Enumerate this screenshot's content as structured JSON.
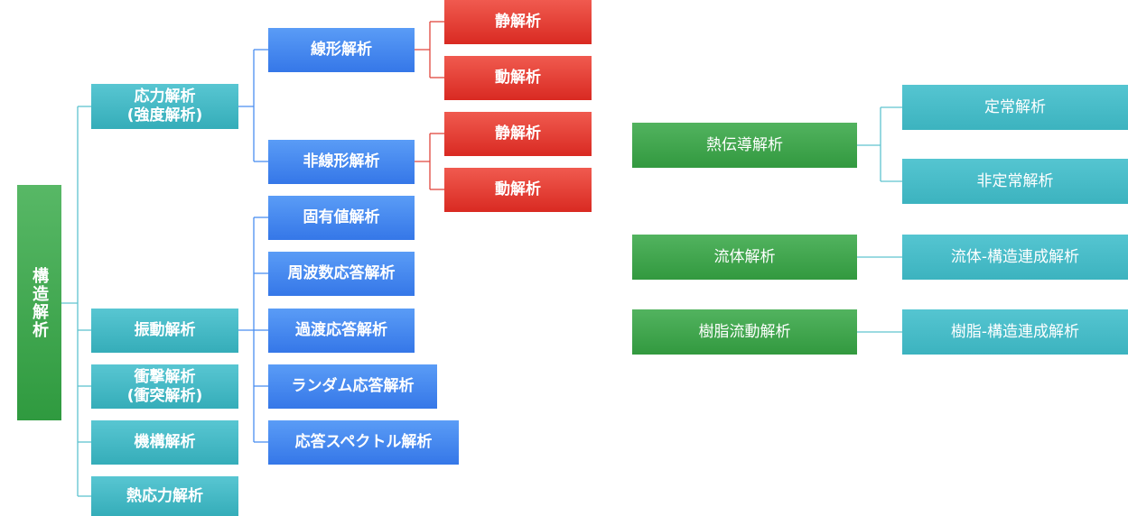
{
  "root": {
    "label": "構造解析"
  },
  "level1": {
    "stress": "応力解析\n(強度解析)",
    "vibration": "振動解析",
    "impact": "衝撃解析\n(衝突解析)",
    "mechanism": "機構解析",
    "thermal_stress": "熱応力解析"
  },
  "level2": {
    "linear": "線形解析",
    "nonlinear": "非線形解析",
    "eigen": "固有値解析",
    "frequency": "周波数応答解析",
    "transient": "過渡応答解析",
    "random": "ランダム応答解析",
    "spectrum": "応答スペクトル解析"
  },
  "level3": {
    "linear_static": "静解析",
    "linear_dynamic": "動解析",
    "nonlinear_static": "静解析",
    "nonlinear_dynamic": "動解析"
  },
  "right": {
    "heat": "熱伝導解析",
    "steady": "定常解析",
    "unsteady": "非定常解析",
    "fluid": "流体解析",
    "fluid_coupled": "流体-構造連成解析",
    "resin": "樹脂流動解析",
    "resin_coupled": "樹脂-構造連成解析"
  },
  "colors": {
    "green": "#3aa34a",
    "teal": "#43b8c4",
    "blue": "#3e82ee",
    "red": "#e0352c"
  }
}
